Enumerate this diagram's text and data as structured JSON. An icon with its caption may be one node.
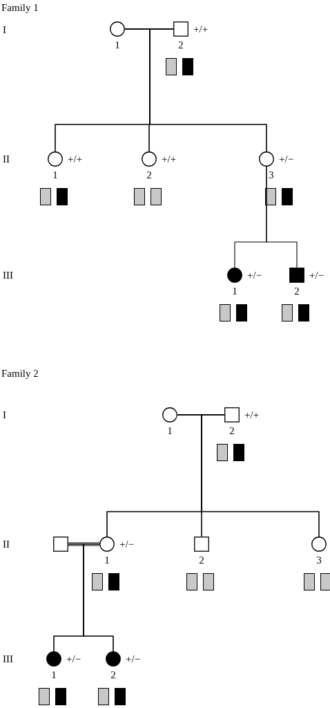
{
  "diagram": {
    "nodes": [
      {
        "text": [
          "1"
        ]
      },
      {
        "text": [
          "2"
        ],
        "beside": [
          "+/+"
        ]
      },
      {
        "text": [
          "1"
        ],
        "beside": [
          "+/+"
        ]
      },
      {
        "text": [
          "2"
        ],
        "beside": [
          "+/+"
        ]
      },
      {
        "text": [
          "3"
        ],
        "beside": [
          "+/−"
        ]
      },
      {
        "text": [
          "1"
        ],
        "beside": [
          "+/−"
        ]
      },
      {
        "text": [
          "2"
        ],
        "beside": [
          "+/−"
        ]
      },
      {
        "text": [
          "1"
        ]
      },
      {
        "text": [
          "2"
        ],
        "beside": [
          "+/+"
        ]
      },
      {
        "text": [],
        "shape": "box"
      },
      {
        "text": [
          "1"
        ],
        "beside": [
          "+/−"
        ]
      },
      {
        "text": [
          "2"
        ]
      },
      {
        "text": [
          "3"
        ]
      },
      {
        "text": [
          "1"
        ],
        "beside": [
          "+/−"
        ]
      },
      {
        "text": [
          "2"
        ],
        "beside": [
          "+/−"
        ]
      }
    ],
    "edges": [
      {
        "from": 0,
        "to": 1,
        "arrow": "none"
      },
      {
        "from": 0,
        "to": 2,
        "arrow": "none"
      },
      {
        "from": 0,
        "to": 3,
        "arrow": "none"
      },
      {
        "from": 0,
        "to": 4,
        "arrow": "none"
      },
      {
        "from": 1,
        "to": 2,
        "arrow": "none"
      },
      {
        "from": 1,
        "to": 3,
        "arrow": "none"
      },
      {
        "from": 1,
        "to": 4,
        "arrow": "none"
      },
      {
        "from": 4,
        "to": 5,
        "arrow": "none"
      },
      {
        "from": 4,
        "to": 6,
        "arrow": "none"
      },
      {
        "from": 7,
        "to": 8,
        "arrow": "none"
      },
      {
        "from": 7,
        "to": 10,
        "arrow": "none"
      },
      {
        "from": 7,
        "to": 11,
        "arrow": "none"
      },
      {
        "from": 7,
        "to": 12,
        "arrow": "none"
      },
      {
        "from": 8,
        "to": 10,
        "arrow": "none"
      },
      {
        "from": 8,
        "to": 11,
        "arrow": "none"
      },
      {
        "from": 8,
        "to": 12,
        "arrow": "none"
      },
      {
        "from": 9,
        "to": 10,
        "arrow": "none"
      },
      {
        "from": 9,
        "to": 13,
        "arrow": "none"
      },
      {
        "from": 9,
        "to": 14,
        "arrow": "none"
      },
      {
        "from": 10,
        "to": 13,
        "arrow": "none"
      },
      {
        "from": 10,
        "to": 14,
        "arrow": "none"
      }
    ],
    "labels": [
      "Family 1",
      "I",
      "II",
      "III",
      "Family 2",
      "I",
      "II",
      "III"
    ]
  }
}
